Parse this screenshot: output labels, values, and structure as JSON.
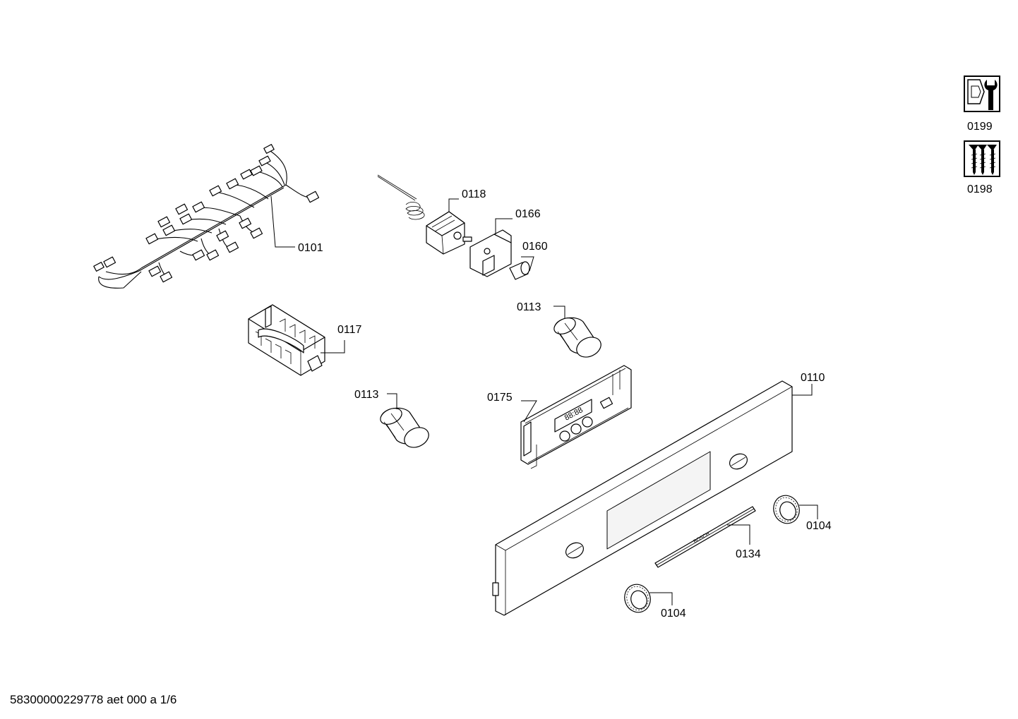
{
  "parts": {
    "p0101": "0101",
    "p0118": "0118",
    "p0166": "0166",
    "p0160": "0160",
    "p0113a": "0113",
    "p0117": "0117",
    "p0113b": "0113",
    "p0175": "0175",
    "p0110": "0110",
    "p0104a": "0104",
    "p0134": "0134",
    "p0104b": "0104",
    "p0199": "0199",
    "p0198": "0198"
  },
  "footer": "58300000229778 aet 000 a 1/6"
}
